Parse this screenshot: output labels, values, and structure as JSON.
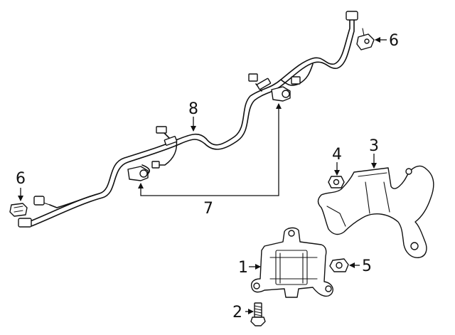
{
  "callouts": [
    {
      "id": "1",
      "text": "1"
    },
    {
      "id": "2",
      "text": "2"
    },
    {
      "id": "3",
      "text": "3"
    },
    {
      "id": "4",
      "text": "4"
    },
    {
      "id": "5",
      "text": "5"
    },
    {
      "id": "6a",
      "text": "6"
    },
    {
      "id": "6b",
      "text": "6"
    },
    {
      "id": "7",
      "text": "7"
    },
    {
      "id": "8",
      "text": "8"
    }
  ],
  "parts": [
    {
      "name": "control-module",
      "callout": "1"
    },
    {
      "name": "bolt",
      "callout": "2"
    },
    {
      "name": "bracket",
      "callout": "3"
    },
    {
      "name": "nut",
      "callout": "4"
    },
    {
      "name": "nut",
      "callout": "5"
    },
    {
      "name": "harness-connector",
      "callout": "6"
    },
    {
      "name": "park-sensor",
      "callout": "7"
    },
    {
      "name": "wire-harness",
      "callout": "8"
    }
  ]
}
